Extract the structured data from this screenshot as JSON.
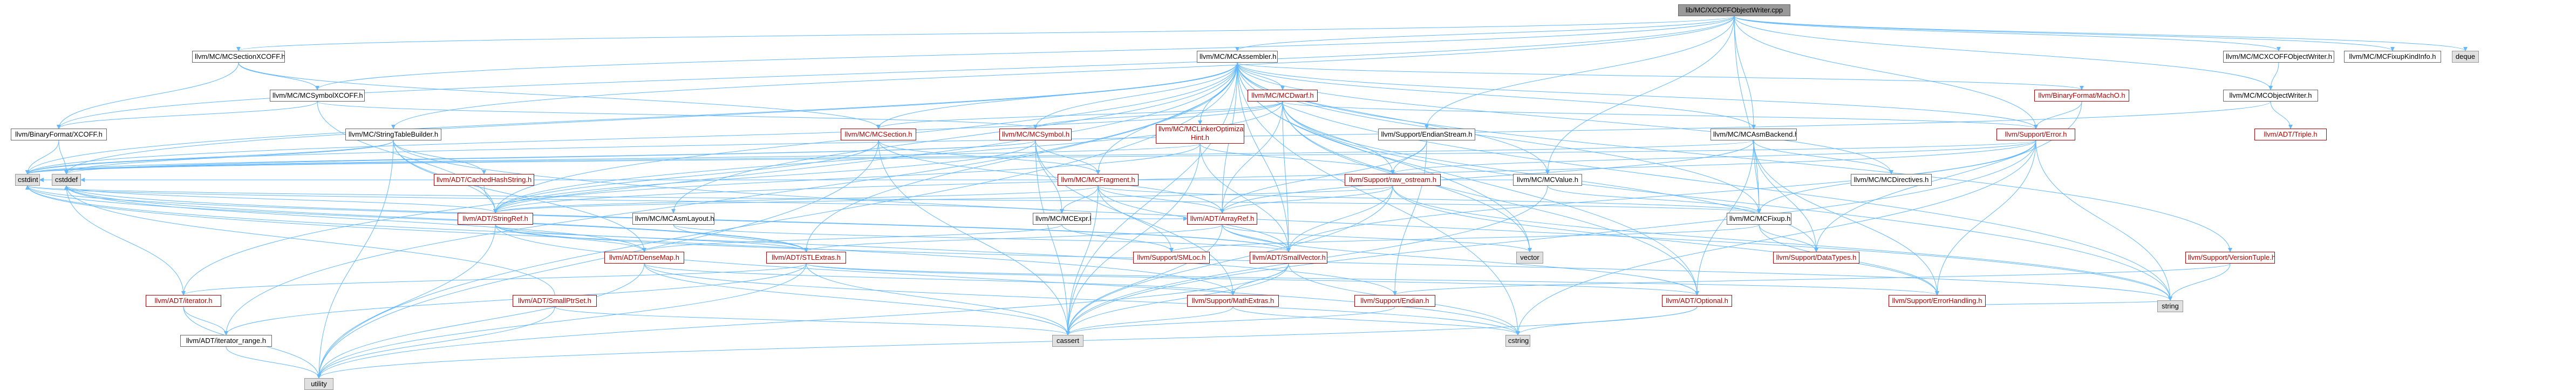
{
  "colors": {
    "edge": "#63b8ff",
    "node_border": "#666666",
    "focus_fill": "#999999",
    "sys_fill": "#e0e0e0",
    "red_text": "#b00000"
  },
  "nodes": [
    {
      "id": "n0",
      "label": "lib/MC/XCOFFObjectWriter.cpp",
      "kind": "focus"
    },
    {
      "id": "n1",
      "label": "llvm/MC/MCSectionXCOFF.h",
      "kind": "normal"
    },
    {
      "id": "n2",
      "label": "llvm/MC/MCAssembler.h",
      "kind": "normal"
    },
    {
      "id": "n3",
      "label": "llvm/MC/MCXCOFFObjectWriter.h",
      "kind": "normal"
    },
    {
      "id": "n4",
      "label": "llvm/MC/MCFixupKindInfo.h",
      "kind": "normal"
    },
    {
      "id": "n5",
      "label": "deque",
      "kind": "sys"
    },
    {
      "id": "n6",
      "label": "llvm/MC/MCSymbolXCOFF.h",
      "kind": "normal"
    },
    {
      "id": "n7",
      "label": "llvm/MC/MCDwarf.h",
      "kind": "red"
    },
    {
      "id": "n8",
      "label": "llvm/BinaryFormat/MachO.h",
      "kind": "red"
    },
    {
      "id": "n9",
      "label": "llvm/MC/MCObjectWriter.h",
      "kind": "normal"
    },
    {
      "id": "n10",
      "label": "llvm/BinaryFormat/XCOFF.h",
      "kind": "normal"
    },
    {
      "id": "n11",
      "label": "llvm/MC/StringTableBuilder.h",
      "kind": "normal"
    },
    {
      "id": "n12",
      "label": "llvm/MC/MCSection.h",
      "kind": "red"
    },
    {
      "id": "n13",
      "label": "llvm/MC/MCSymbol.h",
      "kind": "red"
    },
    {
      "id": "n14",
      "label": "llvm/MC/MCLinkerOptimization",
      "label2": "Hint.h",
      "kind": "red"
    },
    {
      "id": "n15",
      "label": "llvm/Support/EndianStream.h",
      "kind": "normal"
    },
    {
      "id": "n16",
      "label": "llvm/MC/MCAsmBackend.h",
      "kind": "normal"
    },
    {
      "id": "n17",
      "label": "llvm/Support/Error.h",
      "kind": "red"
    },
    {
      "id": "n18",
      "label": "llvm/ADT/Triple.h",
      "kind": "red"
    },
    {
      "id": "n19",
      "label": "cstdint",
      "kind": "sys"
    },
    {
      "id": "n20",
      "label": "cstddef",
      "kind": "sys"
    },
    {
      "id": "n21",
      "label": "llvm/ADT/CachedHashString.h",
      "kind": "red"
    },
    {
      "id": "n22",
      "label": "llvm/MC/MCFragment.h",
      "kind": "red"
    },
    {
      "id": "n23",
      "label": "llvm/Support/raw_ostream.h",
      "kind": "red"
    },
    {
      "id": "n24",
      "label": "llvm/MC/MCValue.h",
      "kind": "normal"
    },
    {
      "id": "n25",
      "label": "llvm/MC/MCDirectives.h",
      "kind": "normal"
    },
    {
      "id": "n26",
      "label": "llvm/ADT/StringRef.h",
      "kind": "red"
    },
    {
      "id": "n27",
      "label": "llvm/MC/MCAsmLayout.h",
      "kind": "normal"
    },
    {
      "id": "n28",
      "label": "llvm/MC/MCExpr.h",
      "kind": "normal"
    },
    {
      "id": "n29",
      "label": "llvm/ADT/ArrayRef.h",
      "kind": "red"
    },
    {
      "id": "n30",
      "label": "llvm/MC/MCFixup.h",
      "kind": "normal"
    },
    {
      "id": "n31",
      "label": "llvm/ADT/DenseMap.h",
      "kind": "red"
    },
    {
      "id": "n32",
      "label": "llvm/ADT/STLExtras.h",
      "kind": "red"
    },
    {
      "id": "n33",
      "label": "llvm/Support/SMLoc.h",
      "kind": "red"
    },
    {
      "id": "n34",
      "label": "llvm/ADT/SmallVector.h",
      "kind": "red"
    },
    {
      "id": "n35",
      "label": "vector",
      "kind": "sys"
    },
    {
      "id": "n36",
      "label": "llvm/Support/DataTypes.h",
      "kind": "red"
    },
    {
      "id": "n37",
      "label": "llvm/Support/VersionTuple.h",
      "kind": "red"
    },
    {
      "id": "n38",
      "label": "llvm/ADT/iterator.h",
      "kind": "red"
    },
    {
      "id": "n39",
      "label": "llvm/ADT/SmallPtrSet.h",
      "kind": "red"
    },
    {
      "id": "n40",
      "label": "llvm/Support/MathExtras.h",
      "kind": "red"
    },
    {
      "id": "n41",
      "label": "llvm/Support/Endian.h",
      "kind": "red"
    },
    {
      "id": "n42",
      "label": "llvm/ADT/Optional.h",
      "kind": "red"
    },
    {
      "id": "n43",
      "label": "llvm/Support/ErrorHandling.h",
      "kind": "red"
    },
    {
      "id": "n44",
      "label": "string",
      "kind": "sys"
    },
    {
      "id": "n45",
      "label": "llvm/ADT/iterator_range.h",
      "kind": "normal"
    },
    {
      "id": "n46",
      "label": "cassert",
      "kind": "sys"
    },
    {
      "id": "n47",
      "label": "cstring",
      "kind": "sys"
    },
    {
      "id": "n48",
      "label": "utility",
      "kind": "sys"
    }
  ],
  "edges": [
    [
      "n0",
      "n1"
    ],
    [
      "n0",
      "n2"
    ],
    [
      "n0",
      "n3"
    ],
    [
      "n0",
      "n4"
    ],
    [
      "n0",
      "n5"
    ],
    [
      "n0",
      "n9"
    ],
    [
      "n0",
      "n10"
    ],
    [
      "n0",
      "n11"
    ],
    [
      "n0",
      "n17"
    ],
    [
      "n0",
      "n24"
    ],
    [
      "n0",
      "n16"
    ],
    [
      "n0",
      "n30"
    ],
    [
      "n0",
      "n15"
    ],
    [
      "n0",
      "n6"
    ],
    [
      "n1",
      "n10"
    ],
    [
      "n1",
      "n6"
    ],
    [
      "n1",
      "n12"
    ],
    [
      "n2",
      "n7"
    ],
    [
      "n2",
      "n8"
    ],
    [
      "n2",
      "n12"
    ],
    [
      "n2",
      "n13"
    ],
    [
      "n2",
      "n14"
    ],
    [
      "n2",
      "n16"
    ],
    [
      "n2",
      "n17"
    ],
    [
      "n2",
      "n22"
    ],
    [
      "n2",
      "n25"
    ],
    [
      "n2",
      "n26"
    ],
    [
      "n2",
      "n27"
    ],
    [
      "n2",
      "n29"
    ],
    [
      "n2",
      "n30"
    ],
    [
      "n2",
      "n32"
    ],
    [
      "n2",
      "n34"
    ],
    [
      "n2",
      "n35"
    ],
    [
      "n2",
      "n37"
    ],
    [
      "n2",
      "n38"
    ],
    [
      "n2",
      "n44"
    ],
    [
      "n2",
      "n45"
    ],
    [
      "n2",
      "n46"
    ],
    [
      "n2",
      "n19"
    ],
    [
      "n2",
      "n20"
    ],
    [
      "n2",
      "n47"
    ],
    [
      "n2",
      "n48"
    ],
    [
      "n2",
      "n42"
    ],
    [
      "n2",
      "n24"
    ],
    [
      "n3",
      "n9"
    ],
    [
      "n6",
      "n10"
    ],
    [
      "n6",
      "n13"
    ],
    [
      "n6",
      "n26"
    ],
    [
      "n7",
      "n12"
    ],
    [
      "n7",
      "n13"
    ],
    [
      "n7",
      "n17"
    ],
    [
      "n7",
      "n23"
    ],
    [
      "n7",
      "n26"
    ],
    [
      "n7",
      "n29"
    ],
    [
      "n7",
      "n34"
    ],
    [
      "n7",
      "n35"
    ],
    [
      "n7",
      "n44"
    ],
    [
      "n7",
      "n19"
    ],
    [
      "n7",
      "n42"
    ],
    [
      "n7",
      "n36"
    ],
    [
      "n8",
      "n17"
    ],
    [
      "n8",
      "n36"
    ],
    [
      "n9",
      "n18"
    ],
    [
      "n9",
      "n19"
    ],
    [
      "n10",
      "n19"
    ],
    [
      "n10",
      "n20"
    ],
    [
      "n11",
      "n21"
    ],
    [
      "n11",
      "n31"
    ],
    [
      "n11",
      "n26"
    ],
    [
      "n11",
      "n19"
    ],
    [
      "n11",
      "n20"
    ],
    [
      "n11",
      "n44"
    ],
    [
      "n11",
      "n48"
    ],
    [
      "n12",
      "n22"
    ],
    [
      "n12",
      "n26"
    ],
    [
      "n12",
      "n29"
    ],
    [
      "n12",
      "n46"
    ],
    [
      "n12",
      "n48"
    ],
    [
      "n13",
      "n22"
    ],
    [
      "n13",
      "n26"
    ],
    [
      "n13",
      "n28"
    ],
    [
      "n13",
      "n40"
    ],
    [
      "n13",
      "n46"
    ],
    [
      "n13",
      "n20"
    ],
    [
      "n13",
      "n19"
    ],
    [
      "n14",
      "n23"
    ],
    [
      "n14",
      "n26"
    ],
    [
      "n14",
      "n34"
    ],
    [
      "n14",
      "n46"
    ],
    [
      "n14",
      "n19"
    ],
    [
      "n15",
      "n23"
    ],
    [
      "n15",
      "n41"
    ],
    [
      "n15",
      "n29"
    ],
    [
      "n16",
      "n29"
    ],
    [
      "n16",
      "n30"
    ],
    [
      "n16",
      "n25"
    ],
    [
      "n16",
      "n36"
    ],
    [
      "n16",
      "n42"
    ],
    [
      "n16",
      "n43"
    ],
    [
      "n16",
      "n19"
    ],
    [
      "n17",
      "n23"
    ],
    [
      "n17",
      "n30"
    ],
    [
      "n17",
      "n43"
    ],
    [
      "n17",
      "n46"
    ],
    [
      "n17",
      "n19"
    ],
    [
      "n17",
      "n44"
    ],
    [
      "n17",
      "n34"
    ],
    [
      "n17",
      "n26"
    ],
    [
      "n17",
      "n47"
    ],
    [
      "n21",
      "n26"
    ],
    [
      "n22",
      "n29"
    ],
    [
      "n22",
      "n34"
    ],
    [
      "n22",
      "n28"
    ],
    [
      "n22",
      "n33"
    ],
    [
      "n22",
      "n30"
    ],
    [
      "n22",
      "n26"
    ],
    [
      "n22",
      "n19"
    ],
    [
      "n22",
      "n46"
    ],
    [
      "n23",
      "n26"
    ],
    [
      "n23",
      "n29"
    ],
    [
      "n23",
      "n34"
    ],
    [
      "n23",
      "n43"
    ],
    [
      "n23",
      "n46"
    ],
    [
      "n23",
      "n20"
    ],
    [
      "n23",
      "n19"
    ],
    [
      "n23",
      "n44"
    ],
    [
      "n24",
      "n30"
    ],
    [
      "n24",
      "n46"
    ],
    [
      "n24",
      "n19"
    ],
    [
      "n26",
      "n32"
    ],
    [
      "n26",
      "n20"
    ],
    [
      "n26",
      "n48"
    ],
    [
      "n26",
      "n44"
    ],
    [
      "n26",
      "n47"
    ],
    [
      "n26",
      "n31"
    ],
    [
      "n27",
      "n32"
    ],
    [
      "n27",
      "n34"
    ],
    [
      "n28",
      "n33"
    ],
    [
      "n28",
      "n31"
    ],
    [
      "n28",
      "n29"
    ],
    [
      "n28",
      "n19"
    ],
    [
      "n29",
      "n34"
    ],
    [
      "n29",
      "n32"
    ],
    [
      "n29",
      "n42"
    ],
    [
      "n29",
      "n46"
    ],
    [
      "n29",
      "n35"
    ],
    [
      "n30",
      "n36"
    ],
    [
      "n30",
      "n33"
    ],
    [
      "n30",
      "n43"
    ],
    [
      "n30",
      "n19"
    ],
    [
      "n31",
      "n40"
    ],
    [
      "n31",
      "n20"
    ],
    [
      "n31",
      "n46"
    ],
    [
      "n31",
      "n48"
    ],
    [
      "n31",
      "n47"
    ],
    [
      "n32",
      "n38"
    ],
    [
      "n32",
      "n45"
    ],
    [
      "n32",
      "n42"
    ],
    [
      "n32",
      "n20"
    ],
    [
      "n32",
      "n46"
    ],
    [
      "n32",
      "n48"
    ],
    [
      "n32",
      "n19"
    ],
    [
      "n32",
      "n43"
    ],
    [
      "n34",
      "n40"
    ],
    [
      "n34",
      "n46"
    ],
    [
      "n34",
      "n20"
    ],
    [
      "n34",
      "n19"
    ],
    [
      "n34",
      "n47"
    ],
    [
      "n34",
      "n48"
    ],
    [
      "n37",
      "n44"
    ],
    [
      "n37",
      "n41"
    ],
    [
      "n38",
      "n45"
    ],
    [
      "n38",
      "n20"
    ],
    [
      "n38",
      "n48"
    ],
    [
      "n39",
      "n46"
    ],
    [
      "n39",
      "n20"
    ],
    [
      "n39",
      "n48"
    ],
    [
      "n40",
      "n46"
    ],
    [
      "n40",
      "n19"
    ],
    [
      "n40",
      "n47"
    ],
    [
      "n41",
      "n46"
    ],
    [
      "n41",
      "n19"
    ],
    [
      "n42",
      "n48"
    ],
    [
      "n42",
      "n47"
    ],
    [
      "n43",
      "n44"
    ],
    [
      "n45",
      "n48"
    ]
  ]
}
